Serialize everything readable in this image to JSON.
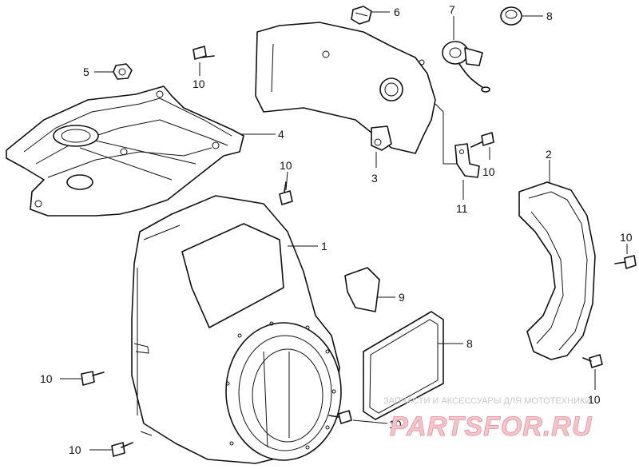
{
  "callouts": {
    "c1": "1",
    "c2": "2",
    "c3": "3",
    "c4": "4",
    "c5": "5",
    "c6": "6",
    "c7": "7",
    "c8a": "8",
    "c8b": "8",
    "c9": "9",
    "c10": "10",
    "c11": "11"
  },
  "bolt_label": "10",
  "watermark": {
    "caption": "ЗАПЧАСТИ И АКСЕССУАРЫ ДЛЯ МОТОТЕХНИКИ",
    "logo": "PARTSFOR.RU"
  }
}
